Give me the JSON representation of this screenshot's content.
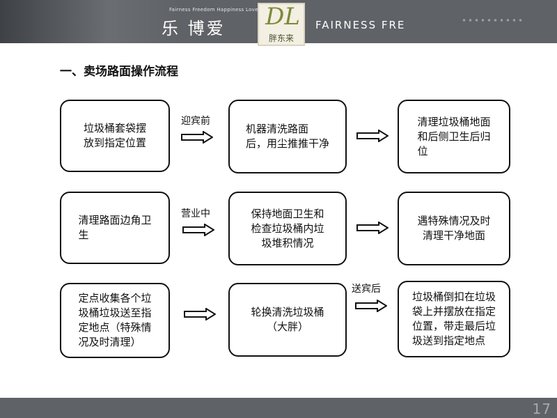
{
  "header": {
    "tagline_en": "Fairness Freedom Happiness Love",
    "tagline_cn": "乐  博爱",
    "logo_mark": "DL",
    "logo_cn": "胖东来",
    "brand_en": "FAIRNESS FRE"
  },
  "title": "一、卖场路面操作流程",
  "rows": [
    {
      "label": "迎宾前",
      "boxes": [
        "垃圾桶套袋摆\n放到指定位置",
        "机器清洗路面\n后，用尘推推干净",
        "清理垃圾桶地面\n和后侧卫生后归\n位"
      ]
    },
    {
      "label": "营业中",
      "boxes": [
        "清理路面边角卫\n生",
        "保持地面卫生和\n检查垃圾桶内垃\n圾堆积情况",
        "遇特殊情况及时\n清理干净地面"
      ]
    },
    {
      "label": "送宾后",
      "boxes": [
        "定点收集各个垃\n圾桶垃圾送至指\n定地点（特殊情\n况及时清理）",
        "轮换清洗垃圾桶\n（大胖）",
        "垃圾桶倒扣在垃圾\n袋上并摆放在指定\n位置，带走最后垃\n圾送到指定地点"
      ]
    }
  ],
  "footer": {
    "mark": "17"
  }
}
